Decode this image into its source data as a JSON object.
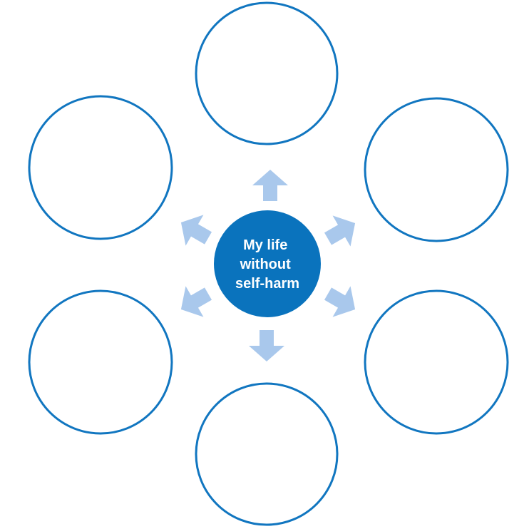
{
  "center": {
    "lines": [
      "My life",
      "without",
      "self-harm"
    ]
  },
  "colors": {
    "ring": "#1176c0",
    "center_fill": "#0a73bd",
    "center_text": "#ffffff",
    "arrow": "#a9c8ec",
    "background": "#ffffff"
  }
}
